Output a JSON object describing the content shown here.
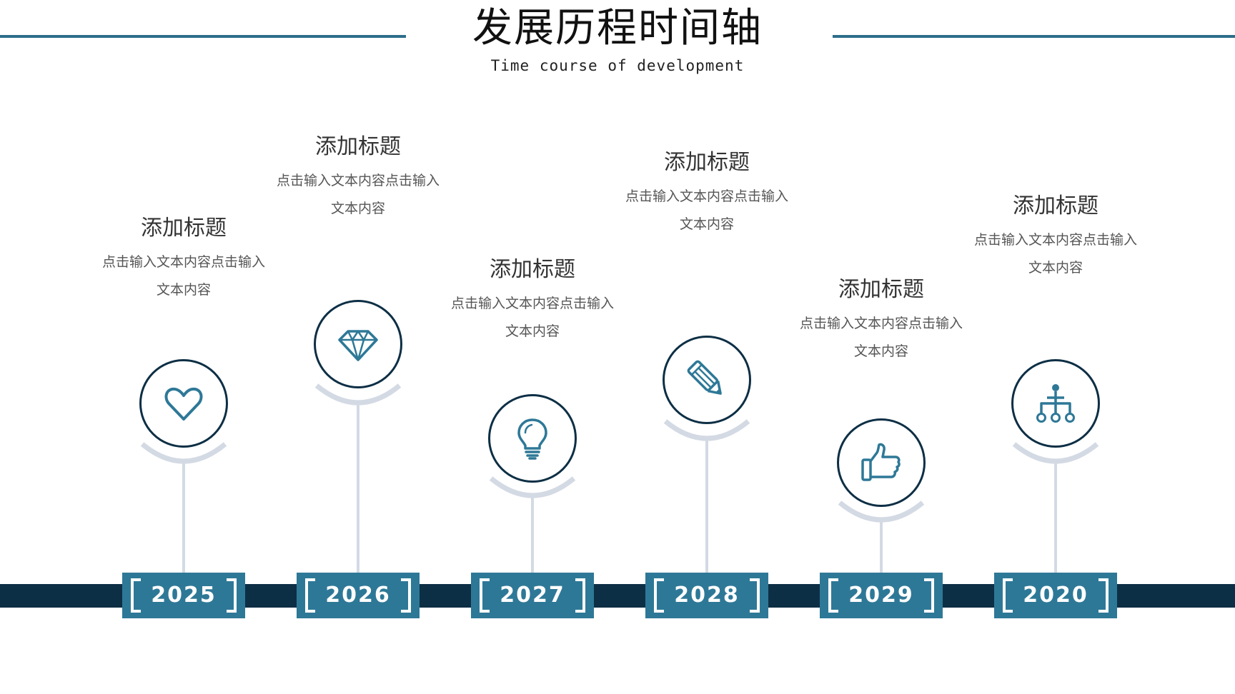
{
  "header": {
    "title": "发展历程时间轴",
    "subtitle": "Time course of development"
  },
  "colors": {
    "accent": "#2e7897",
    "dark": "#0d2f45",
    "stem": "#d4dae4",
    "icon": "#2e7897"
  },
  "milestones": [
    {
      "year": "2025",
      "title": "添加标题",
      "text_line1": "点击输入文本内容点击输入",
      "text_line2": "文本内容",
      "icon": "heart-icon"
    },
    {
      "year": "2026",
      "title": "添加标题",
      "text_line1": "点击输入文本内容点击输入",
      "text_line2": "文本内容",
      "icon": "diamond-icon"
    },
    {
      "year": "2027",
      "title": "添加标题",
      "text_line1": "点击输入文本内容点击输入",
      "text_line2": "文本内容",
      "icon": "lightbulb-icon"
    },
    {
      "year": "2028",
      "title": "添加标题",
      "text_line1": "点击输入文本内容点击输入",
      "text_line2": "文本内容",
      "icon": "pencil-icon"
    },
    {
      "year": "2029",
      "title": "添加标题",
      "text_line1": "点击输入文本内容点击输入",
      "text_line2": "文本内容",
      "icon": "thumbs-up-icon"
    },
    {
      "year": "2020",
      "title": "添加标题",
      "text_line1": "点击输入文本内容点击输入",
      "text_line2": "文本内容",
      "icon": "hierarchy-icon"
    }
  ]
}
